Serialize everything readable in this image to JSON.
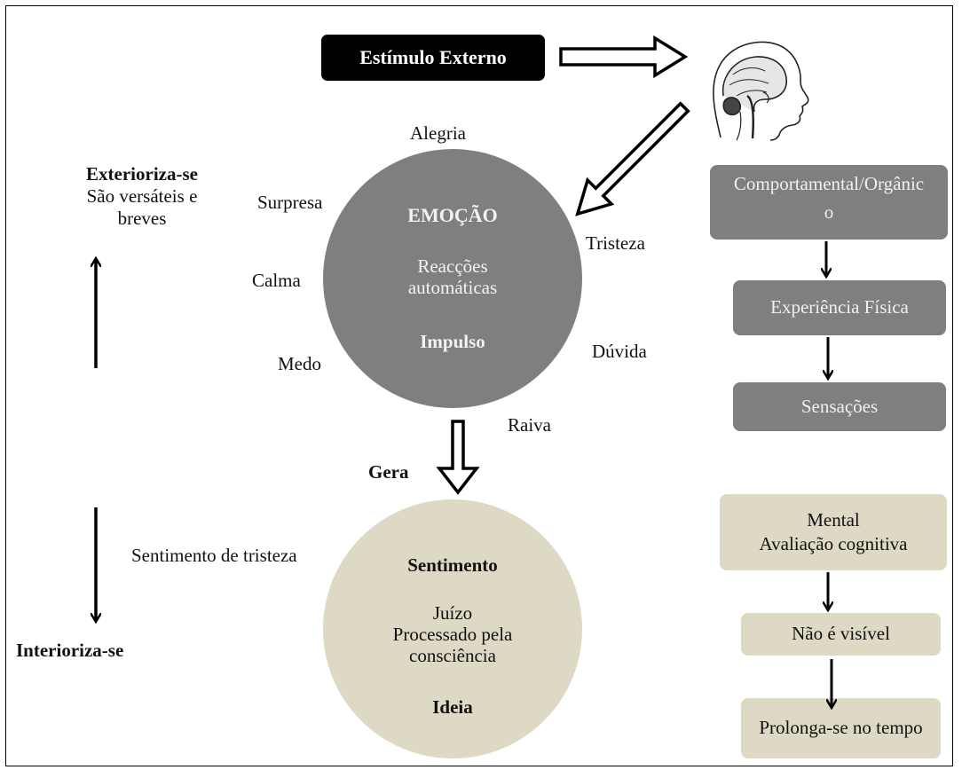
{
  "stimulus": {
    "label": "Estímulo Externo"
  },
  "emotion": {
    "title": "EMOÇÃO",
    "line1": "Reacções",
    "line2": "automáticas",
    "keyword": "Impulso",
    "color": "#7f7f7f"
  },
  "emotion_words": {
    "alegria": "Alegria",
    "surpresa": "Surpresa",
    "tristeza": "Tristeza",
    "calma": "Calma",
    "medo": "Medo",
    "duvida": "Dúvida",
    "raiva": "Raiva"
  },
  "generates_label": "Gera",
  "feeling": {
    "title": "Sentimento",
    "line1": "Juízo",
    "line2": "Processado pela",
    "line3": "consciência",
    "keyword": "Ideia",
    "color": "#ddd9c4"
  },
  "feeling_example": "Sentimento de tristeza",
  "left_axis": {
    "top_title": "Exterioriza-se",
    "top_line1": "São versáteis e",
    "top_line2": "breves",
    "bottom_title": "Interioriza-se"
  },
  "right_top_chain": {
    "box1_line1": "Comportamental/Orgânic",
    "box1_line2": "o",
    "box2": "Experiência Física",
    "box3": "Sensações"
  },
  "right_bottom_chain": {
    "box1_line1": "Mental",
    "box1_line2": "Avaliação cognitiva",
    "box2": "Não é visível",
    "box3": "Prolonga-se no tempo"
  },
  "icons": {
    "brain": "brain-head-profile-icon"
  }
}
